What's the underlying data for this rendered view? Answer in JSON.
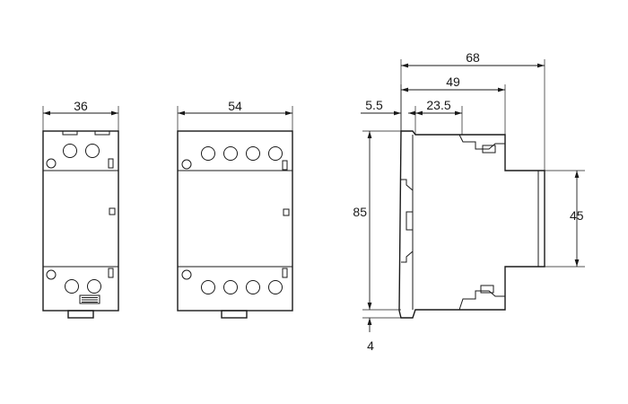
{
  "dimensions": {
    "width_2pole": "36",
    "width_4pole": "54",
    "depth_total": "68",
    "depth_front": "49",
    "rail_offset": "5.5",
    "rail_depth": "23.5",
    "height": "85",
    "front_height": "45",
    "clip": "4"
  },
  "colors": {
    "line": "#1a1a1a",
    "background": "#ffffff"
  }
}
